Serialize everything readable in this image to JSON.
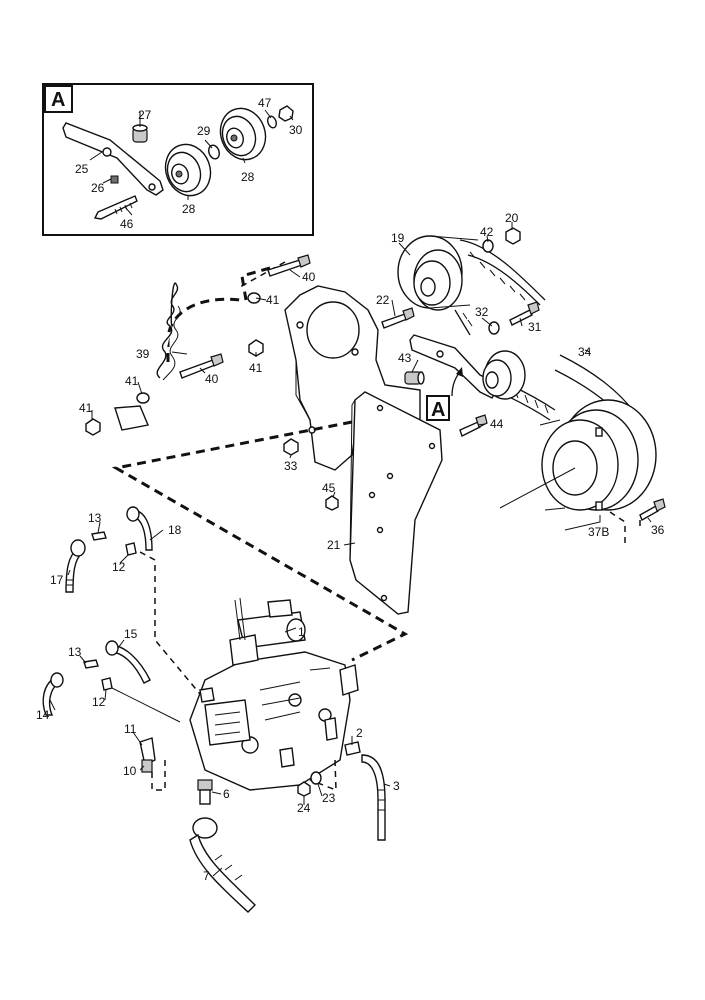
{
  "detail_marker": "A",
  "callout_marker": "A",
  "parts": {
    "p1": "1",
    "p2": "2",
    "p3": "3",
    "p6": "6",
    "p7": "7",
    "p10": "10",
    "p11": "11",
    "p12a": "12",
    "p12b": "12",
    "p13a": "13",
    "p13b": "13",
    "p14": "14",
    "p15": "15",
    "p17": "17",
    "p18": "18",
    "p19": "19",
    "p20": "20",
    "p21": "21",
    "p22": "22",
    "p23": "23",
    "p24": "24",
    "p25": "25",
    "p26": "26",
    "p27": "27",
    "p28a": "28",
    "p28b": "28",
    "p29": "29",
    "p30": "30",
    "p31": "31",
    "p32": "32",
    "p33": "33",
    "p34": "34",
    "p36": "36",
    "p37b": "37B",
    "p39": "39",
    "p40a": "40",
    "p40b": "40",
    "p41a": "41",
    "p41b": "41",
    "p41c": "41",
    "p41d": "41",
    "p42": "42",
    "p43": "43",
    "p44": "44",
    "p45": "45",
    "p46": "46",
    "p47": "47"
  }
}
